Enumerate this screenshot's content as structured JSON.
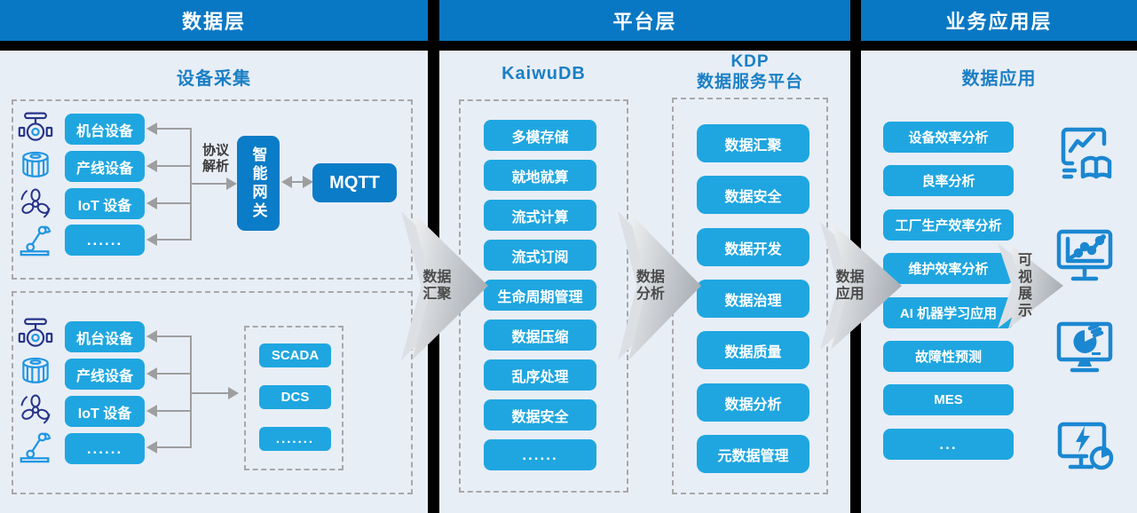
{
  "colors": {
    "header_blue": "#0878C4",
    "deep_blue": "#0B7CC7",
    "button_cyan": "#1FA6E0",
    "panel_bg": "#E8EEF6",
    "title_blue": "#1A7FC5",
    "connector_gray": "#9E9E9E",
    "app_icon_blue": "#1B87D1",
    "device_icon_navy": "#27348B",
    "device_icon_blue": "#2196E3"
  },
  "headers": {
    "data_layer": "数据层",
    "platform_layer": "平台层",
    "business_layer": "业务应用层"
  },
  "data_layer": {
    "subtitle": "设备采集",
    "upper_group": {
      "devices": [
        "机台设备",
        "产线设备",
        "IoT 设备",
        "......"
      ],
      "protocol_line1": "协议",
      "protocol_line2": "解析",
      "gateway_label": "智能网关",
      "mqtt_label": "MQTT"
    },
    "lower_group": {
      "devices": [
        "机台设备",
        "产线设备",
        "IoT 设备",
        "......"
      ],
      "systems": [
        "SCADA",
        "DCS",
        "......."
      ]
    }
  },
  "platform_layer": {
    "kaiwudb": {
      "title": "KaiwuDB",
      "items": [
        "多模存储",
        "就地就算",
        "流式计算",
        "流式订阅",
        "生命周期管理",
        "数据压缩",
        "乱序处理",
        "数据安全",
        "......"
      ]
    },
    "kdp": {
      "title_line1": "KDP",
      "title_line2": "数据服务平台",
      "items": [
        "数据汇聚",
        "数据安全",
        "数据开发",
        "数据治理",
        "数据质量",
        "数据分析",
        "元数据管理"
      ]
    }
  },
  "business_layer": {
    "subtitle": "数据应用",
    "items": [
      "设备效率分析",
      "良率分析",
      "工厂生产效率分析",
      "维护效率分析",
      "AI 机器学习应用",
      "故障性预测",
      "MES",
      "..."
    ]
  },
  "flow_arrows": [
    {
      "line1": "数据",
      "line2": "汇聚"
    },
    {
      "line1": "数据",
      "line2": "分析"
    },
    {
      "line1": "数据",
      "line2": "应用"
    },
    {
      "line1": "可视",
      "line2": "展示"
    }
  ]
}
